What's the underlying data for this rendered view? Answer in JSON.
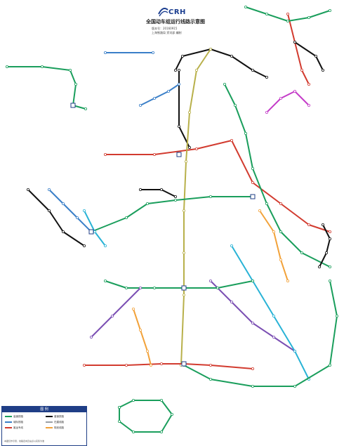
{
  "header": {
    "logo_text": "CRH",
    "title": "全国动车组运行线路示意图",
    "meta_lines": [
      "版本号：20160915",
      "上海铁路局 资讯部 编制"
    ]
  },
  "legend": {
    "heading": "图 例",
    "items": [
      {
        "label": "高速铁路",
        "color": "#1a9e5c"
      },
      {
        "label": "城际铁路",
        "color": "#3a7fc8"
      },
      {
        "label": "客运专线",
        "color": "#d23b2f"
      },
      {
        "label": "普速铁路",
        "color": "#111111"
      },
      {
        "label": "在建线路",
        "color": "#9aa0a6"
      },
      {
        "label": "规划线路",
        "color": "#f2a23a"
      }
    ],
    "note": "本图仅作示意，线路走向及站点以实际为准"
  },
  "lines": [
    {
      "name": "line-green-main",
      "color": "#1a9e5c"
    },
    {
      "name": "line-blue",
      "color": "#3a7fc8"
    },
    {
      "name": "line-red",
      "color": "#d23b2f"
    },
    {
      "name": "line-black",
      "color": "#111111"
    },
    {
      "name": "line-orange",
      "color": "#f2a23a"
    },
    {
      "name": "line-purple",
      "color": "#7b4fb3"
    },
    {
      "name": "line-olive",
      "color": "#b8b04a"
    },
    {
      "name": "line-magenta",
      "color": "#c43bc8"
    },
    {
      "name": "line-cyan",
      "color": "#29b3d6"
    }
  ],
  "icons": [
    "crh-logo-icon",
    "station-marker-icon",
    "transfer-station-icon"
  ]
}
